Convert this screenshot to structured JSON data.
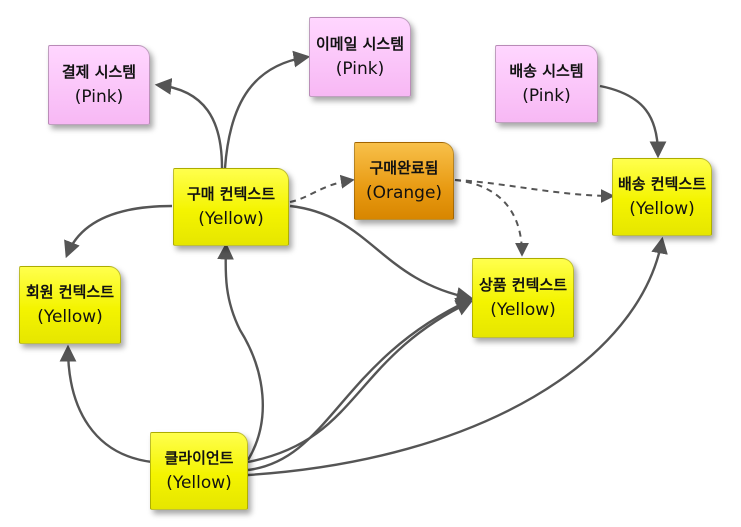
{
  "nodes": {
    "payment": {
      "title": "결제 시스템",
      "color": "(Pink)"
    },
    "email": {
      "title": "이메일 시스템",
      "color": "(Pink)"
    },
    "delivery": {
      "title": "배송 시스템",
      "color": "(Pink)"
    },
    "purchase_done": {
      "title": "구매완료됨",
      "color": "(Orange)"
    },
    "purchase": {
      "title": "구매 컨텍스트",
      "color": "(Yellow)"
    },
    "shipping": {
      "title": "배송 컨텍스트",
      "color": "(Yellow)"
    },
    "member": {
      "title": "회원 컨텍스트",
      "color": "(Yellow)"
    },
    "product": {
      "title": "상품 컨텍스트",
      "color": "(Yellow)"
    },
    "client": {
      "title": "클라이언트",
      "color": "(Yellow)"
    }
  },
  "palette": {
    "pink": "#f7b8f4",
    "yellow": "#f4f400",
    "orange": "#e89a12",
    "edge": "#555555"
  }
}
